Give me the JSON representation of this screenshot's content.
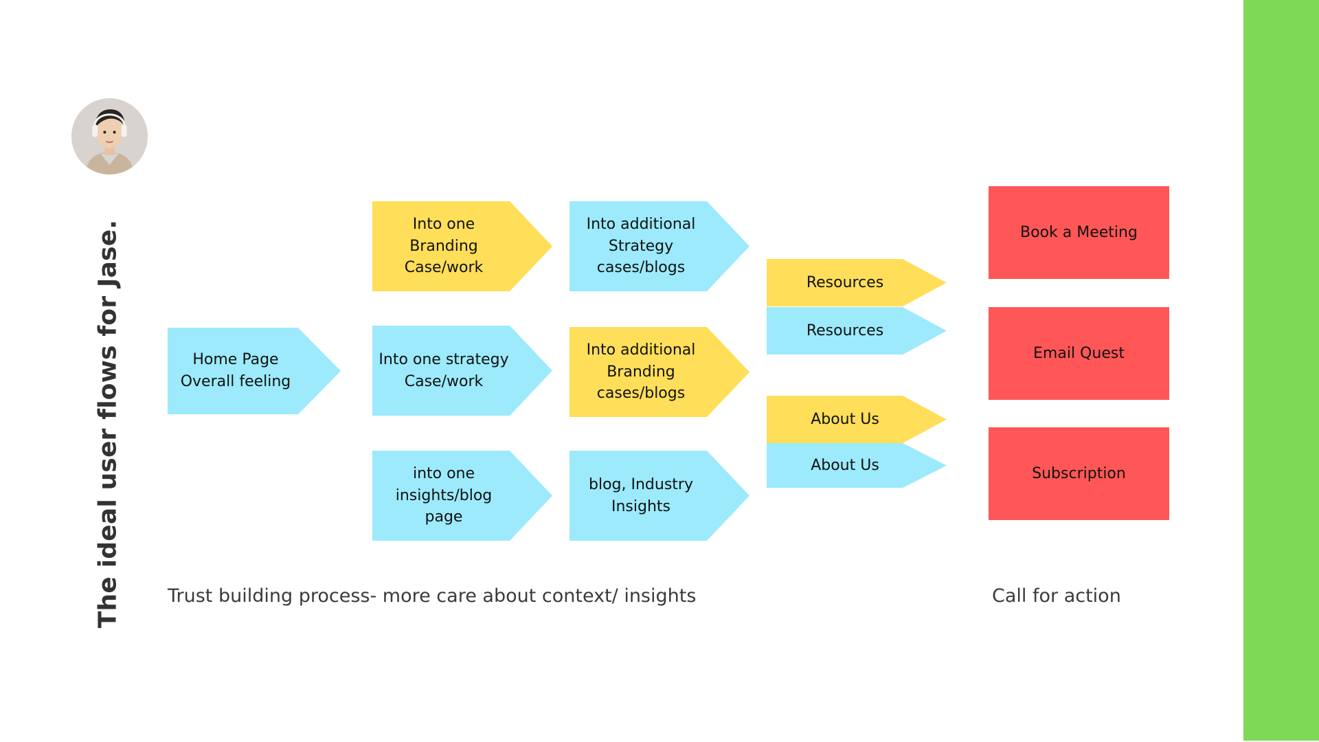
{
  "title": "The ideal user flows for Jase.",
  "colors": {
    "blue": "#9CEAFC",
    "yellow": "#FFDE59",
    "red": "#FF5757",
    "green": "#7ED957"
  },
  "avatar": {
    "icon": "person-avatar-icon"
  },
  "nodes": {
    "home": [
      "Home Page",
      "Overall feeling"
    ],
    "branding_case": [
      "Into one Branding",
      "Case/work"
    ],
    "strategy_case": [
      "Into one strategy",
      "Case/work"
    ],
    "insights_page": [
      "into one",
      "insights/blog page"
    ],
    "additional_strategy": [
      "Into additional",
      "Strategy cases/blogs"
    ],
    "additional_branding": [
      "Into additional",
      "Branding",
      "cases/blogs"
    ],
    "blog_industry": [
      "blog, Industry",
      "Insights"
    ],
    "resources_yellow": "Resources",
    "resources_blue": "Resources",
    "about_yellow": "About Us",
    "about_blue": "About Us"
  },
  "cta": {
    "book": "Book a Meeting",
    "email": "Email Quest",
    "subscription": "Subscription"
  },
  "captions": {
    "trust": "Trust building process- more care about context/ insights",
    "action": "Call for action"
  }
}
